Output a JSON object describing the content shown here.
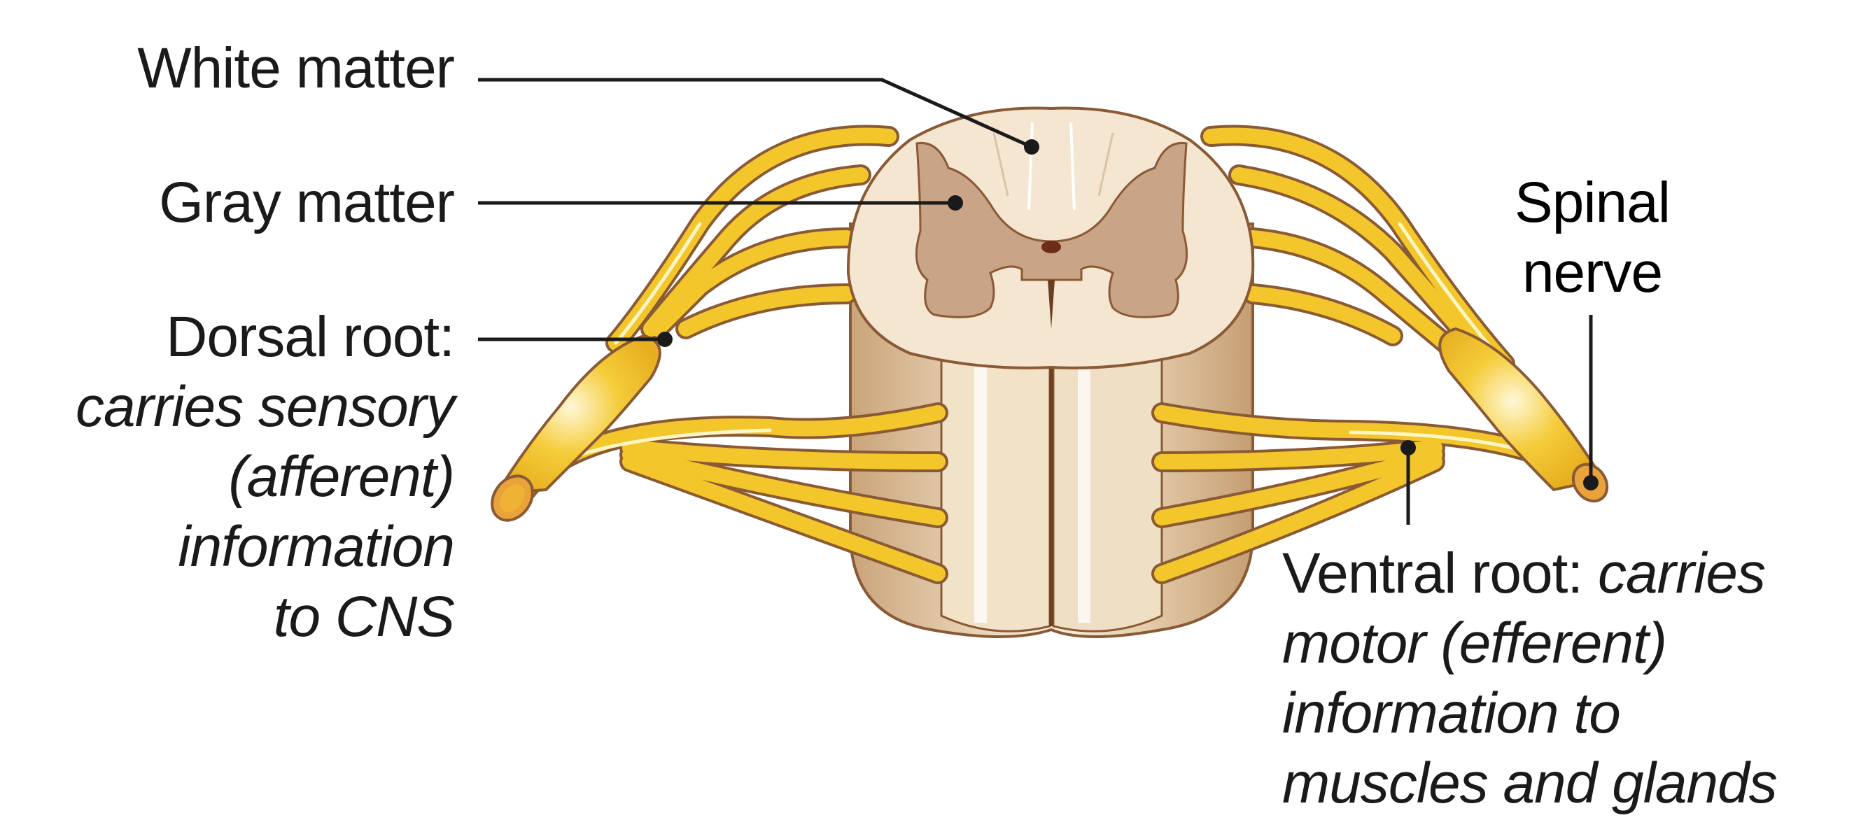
{
  "title": "Spinal cord cross-section with spinal nerve roots",
  "colors": {
    "white_matter": "#f4e6d0",
    "gray_matter": "#c9a487",
    "outline": "#8a5a35",
    "nerve": "#f3c62c",
    "nerve_highlight": "#fff6c8",
    "cord_side": "#e2c8a4",
    "leader": "#1a1a1a"
  },
  "labels": {
    "white_matter": "White matter",
    "gray_matter": "Gray matter",
    "dorsal_root": {
      "term": "Dorsal root:",
      "desc_lines": [
        "carries sensory",
        "(afferent)",
        "information",
        "to CNS"
      ]
    },
    "spinal_nerve": {
      "lines": [
        "Spinal",
        "nerve"
      ]
    },
    "ventral_root": {
      "term": "Ventral root:",
      "desc_first": "carries",
      "desc_lines": [
        "motor (efferent)",
        "information to",
        "muscles and glands"
      ]
    }
  }
}
